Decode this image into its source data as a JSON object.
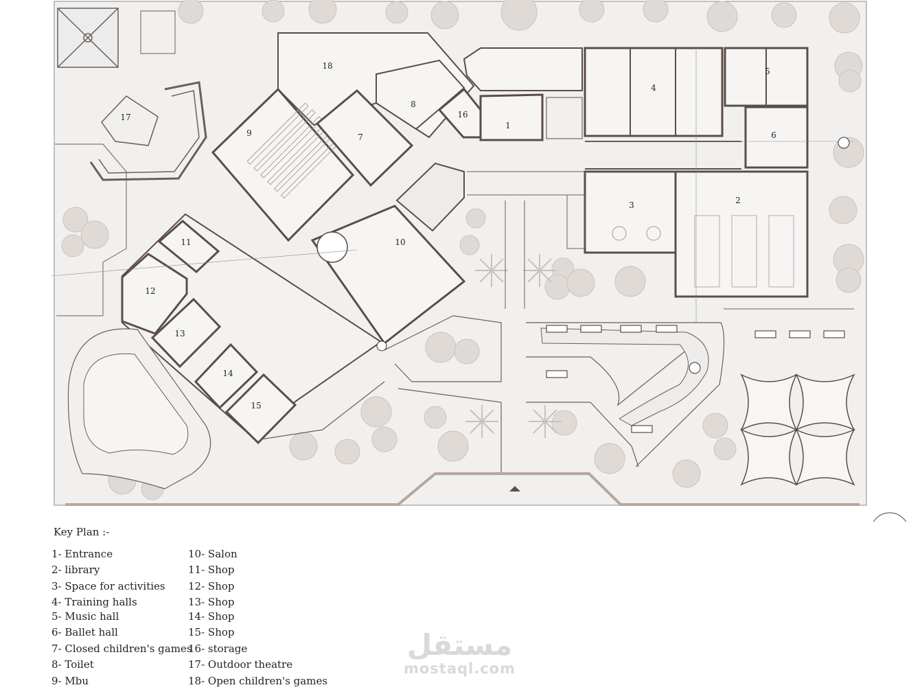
{
  "room_labels": [
    "1",
    "2",
    "3",
    "4",
    "5",
    "6",
    "7",
    "8",
    "9",
    "10",
    "11",
    "12",
    "13",
    "14",
    "15",
    "16",
    "17",
    "18"
  ],
  "key_plan": {
    "title": "Key Plan :-",
    "left_column": [
      "1- Entrance",
      "2- library",
      "3- Space for activities",
      "4- Training halls",
      "5- Music hall",
      "6- Ballet hall",
      "7- Closed children's games",
      "8- Toilet",
      "9- Mbu"
    ],
    "right_column": [
      "10- Salon",
      "11- Shop",
      "12- Shop",
      "13- Shop",
      "14- Shop",
      "15- Shop",
      "16- storage",
      "17- Outdoor theatre",
      "18- Open children's games"
    ]
  },
  "watermark": {
    "arabic": "مستقل",
    "latin": "mostaql.com"
  },
  "colors": {
    "ground": "#f1f0ef",
    "wall": "#5b4d47",
    "tree": "#ddd7d4",
    "accent": "#b8a69c"
  }
}
